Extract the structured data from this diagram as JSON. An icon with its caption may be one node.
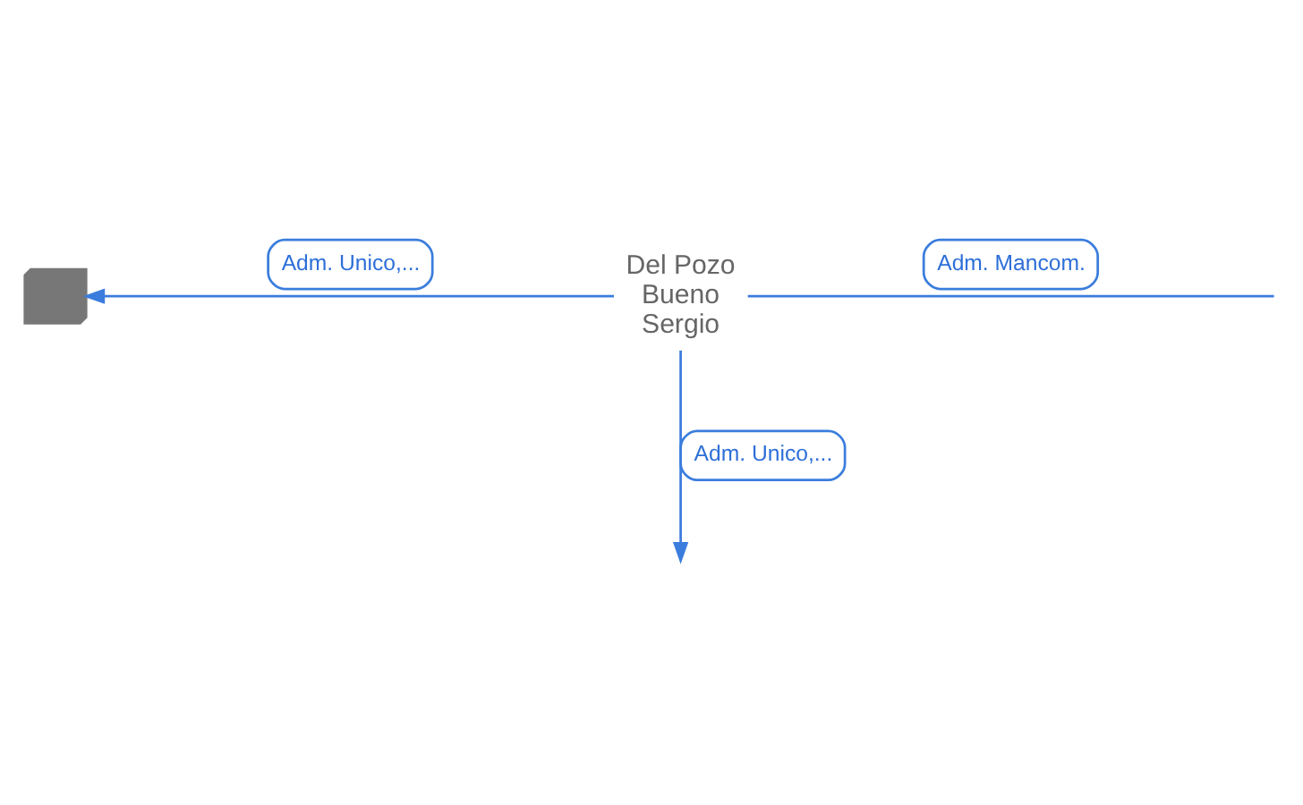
{
  "diagram": {
    "nodes": [
      {
        "text": [],
        "shape": "building"
      },
      {
        "text": [
          "Del Pozo Bueno Sergio"
        ]
      }
    ],
    "edges": [
      {
        "from": 1,
        "to": 0,
        "arrow": "to",
        "label": "Adm. Unico,..."
      },
      {
        "from": 1,
        "to": null,
        "arrow": "none",
        "label": "Adm. Mancom."
      },
      {
        "from": 1,
        "to": null,
        "arrow": "to",
        "label": "Adm. Unico,..."
      }
    ]
  }
}
